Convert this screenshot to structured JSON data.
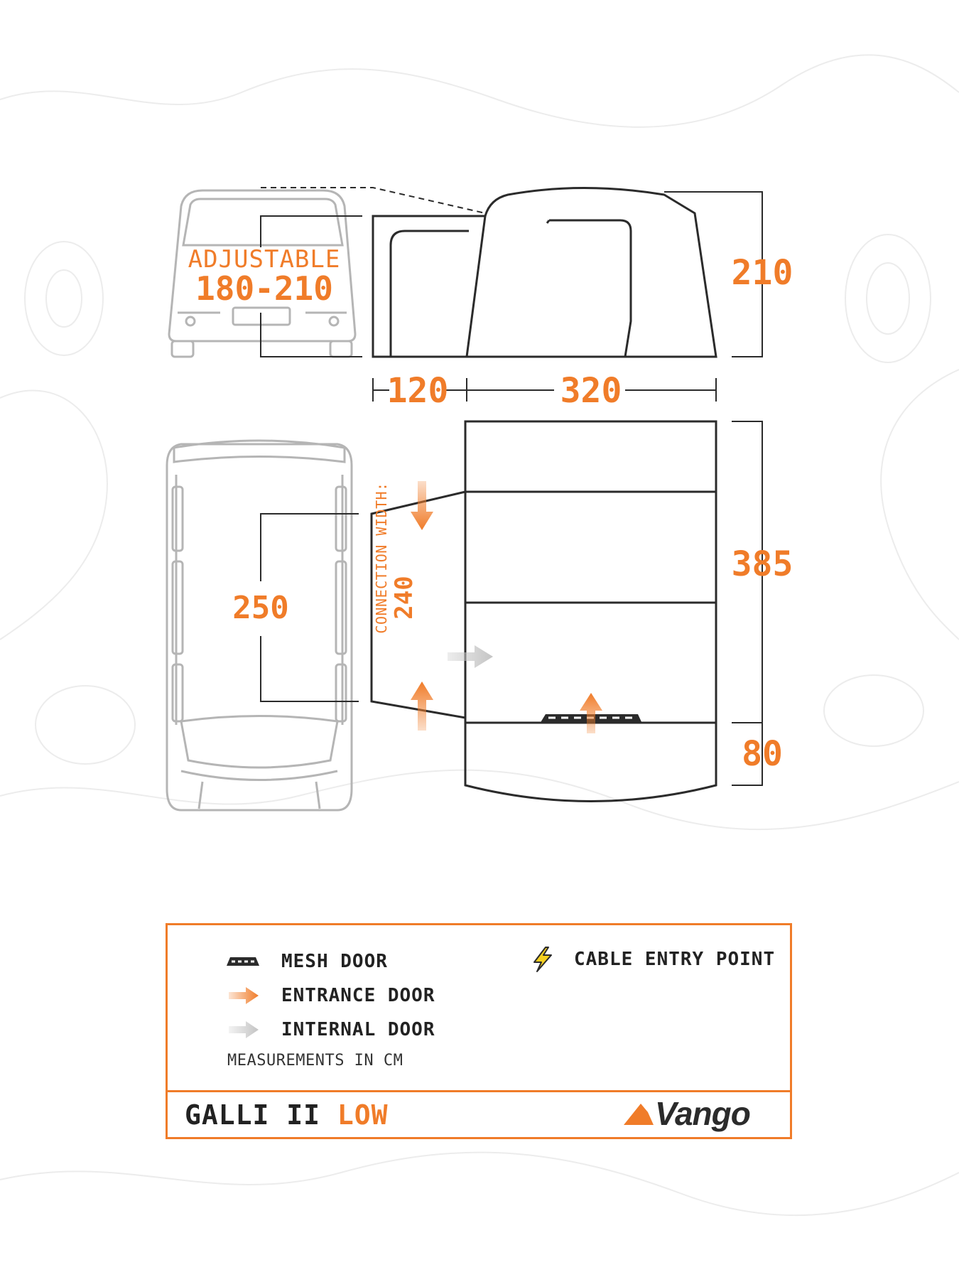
{
  "colors": {
    "accent": "#f07c29",
    "outline": "#2b2b2b",
    "vehicle": "#b5b5b5",
    "internal_arrow": "#c4c4c4"
  },
  "side_view": {
    "adjustable_label": "ADJUSTABLE",
    "adjustable_value": "180-210",
    "height": "210",
    "width_connection": "120",
    "width_body": "320"
  },
  "plan_view": {
    "vehicle_width": "250",
    "connection_label": "CONNECTION WIDTH:",
    "connection_value": "240",
    "depth": "385",
    "porch_depth": "80"
  },
  "legend": {
    "items": [
      {
        "icon": "mesh-door-icon",
        "label": "MESH DOOR"
      },
      {
        "icon": "entrance-door-arrow-icon",
        "label": "ENTRANCE DOOR"
      },
      {
        "icon": "internal-door-arrow-icon",
        "label": "INTERNAL DOOR"
      },
      {
        "icon": "lightning-bolt-icon",
        "label": "CABLE ENTRY POINT"
      }
    ],
    "note": "MEASUREMENTS IN CM",
    "product_name": "GALLI II",
    "product_variant": "LOW",
    "brand": "Vango"
  }
}
